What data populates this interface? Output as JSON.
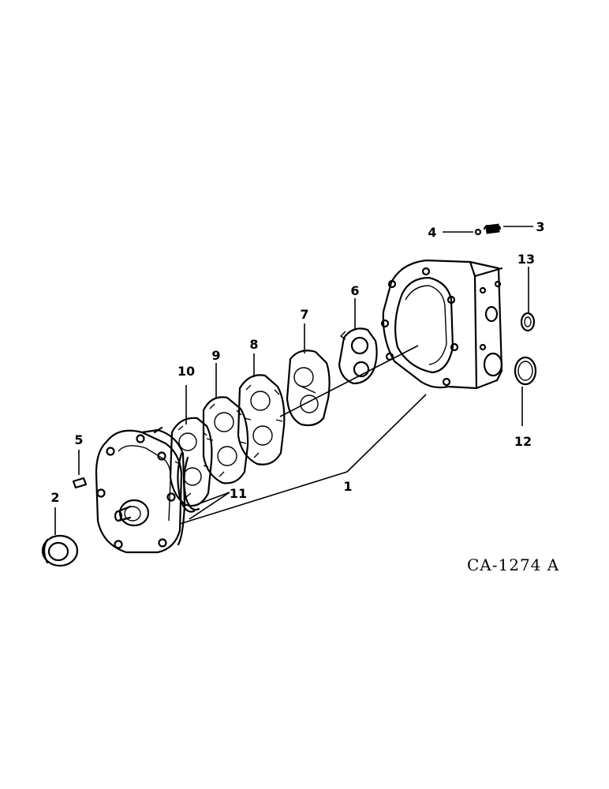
{
  "diagram_code": "CA-1274 A",
  "callouts": {
    "c1": "1",
    "c2": "2",
    "c3": "3",
    "c4": "4",
    "c5": "5",
    "c6": "6",
    "c7": "7",
    "c8": "8",
    "c9": "9",
    "c10": "10",
    "c11": "11",
    "c12": "12",
    "c13": "13"
  }
}
